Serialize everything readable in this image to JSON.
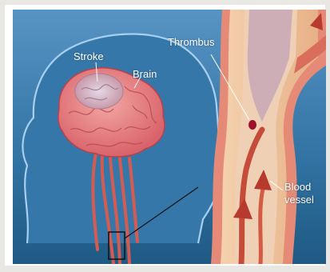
{
  "labels": {
    "stroke": "Stroke",
    "brain": "Brain",
    "thrombus": "Thrombus",
    "blood_vessel_line1": "Blood",
    "blood_vessel_line2": "vessel"
  },
  "colors": {
    "background_top": "#3f7fb0",
    "background_bottom": "#1f5e87",
    "head_outline": "#9ec6ea",
    "brain": "#e6868a",
    "stroke_area": "#d9c9d8",
    "vessel_wall": "#f0c19a",
    "vessel_outer": "#e88f79",
    "blood": "#c84a3a",
    "thrombus": "#a0122a",
    "label_text": "#ffffff"
  }
}
